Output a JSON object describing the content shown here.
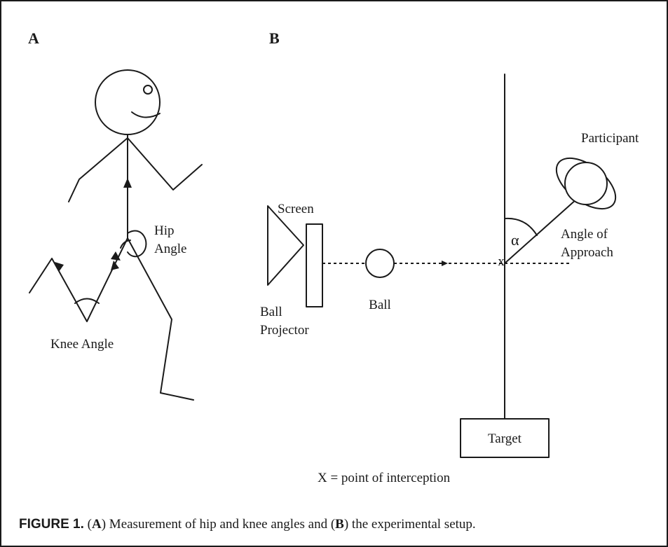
{
  "panel_a": {
    "letter": "A",
    "hip_angle_line1": "Hip",
    "hip_angle_line2": "Angle",
    "knee_angle": "Knee Angle"
  },
  "panel_b": {
    "letter": "B",
    "screen": "Screen",
    "ball_projector_line1": "Ball",
    "ball_projector_line2": "Projector",
    "ball": "Ball",
    "participant": "Participant",
    "alpha": "α",
    "angle_of_approach_line1": "Angle of",
    "angle_of_approach_line2": "Approach",
    "intercept_mark": "x",
    "target": "Target",
    "legend": "X = point of interception"
  },
  "caption": {
    "label": "FIGURE 1.",
    "part1_open": " (",
    "part1_letter": "A",
    "part1_text": ") Measurement of hip and knee angles and (",
    "part2_letter": "B",
    "part2_text": ") the experimental setup."
  }
}
